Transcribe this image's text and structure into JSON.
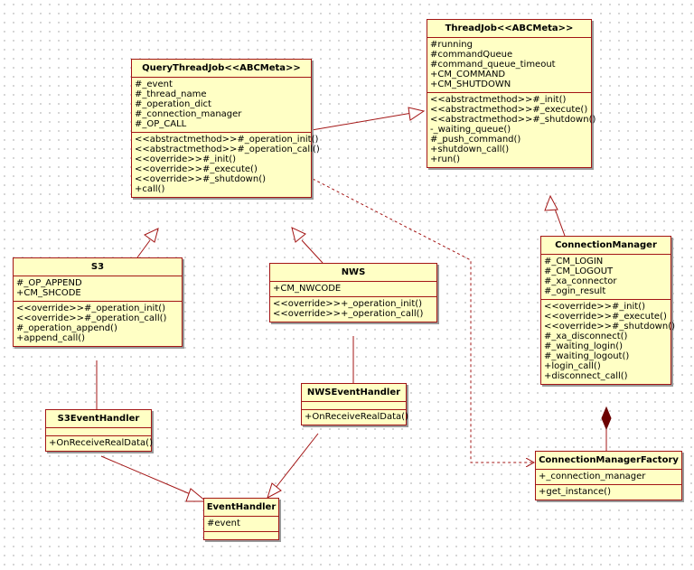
{
  "classes": {
    "query": {
      "title": "QueryThreadJob<<ABCMeta>>",
      "attributes": [
        "#_event",
        "#_thread_name",
        "#_operation_dict",
        "#_connection_manager",
        "#_OP_CALL"
      ],
      "operations": [
        "<<abstractmethod>>#_operation_init()",
        "<<abstractmethod>>#_operation_call()",
        "<<override>>#_init()",
        "<<override>>#_execute()",
        "<<override>>#_shutdown()",
        "+call()"
      ]
    },
    "thread": {
      "title": "ThreadJob<<ABCMeta>>",
      "attributes": [
        "#running",
        "#commandQueue",
        "#command_queue_timeout",
        "+CM_COMMAND",
        "+CM_SHUTDOWN"
      ],
      "operations": [
        "<<abstractmethod>>#_init()",
        "<<abstractmethod>>#_execute()",
        "<<abstractmethod>>#_shutdown()",
        "-_waiting_queue()",
        "#_push_command()",
        "+shutdown_call()",
        "+run()"
      ]
    },
    "s3": {
      "title": "S3",
      "attributes": [
        "#_OP_APPEND",
        "+CM_SHCODE"
      ],
      "operations": [
        "<<override>>#_operation_init()",
        "<<override>>#_operation_call()",
        "#_operation_append()",
        "+append_call()"
      ]
    },
    "nws": {
      "title": "NWS",
      "attributes": [
        "+CM_NWCODE"
      ],
      "operations": [
        "<<override>>+_operation_init()",
        "<<override>>+_operation_call()"
      ]
    },
    "connmgr": {
      "title": "ConnectionManager",
      "attributes": [
        "#_CM_LOGIN",
        "#_CM_LOGOUT",
        "#_xa_connector",
        "#_ogin_result"
      ],
      "operations": [
        "<<override>>#_init()",
        "<<override>>#_execute()",
        "<<override>>#_shutdown()",
        "#_xa_disconnect()",
        "#_waiting_login()",
        "#_waiting_logout()",
        "+login_call()",
        "+disconnect_call()"
      ]
    },
    "s3handler": {
      "title": "S3EventHandler",
      "attributes": [],
      "operations": [
        "+OnReceiveRealData()"
      ]
    },
    "nwshandler": {
      "title": "NWSEventHandler",
      "attributes": [],
      "operations": [
        "+OnReceiveRealData()"
      ]
    },
    "eventhandler": {
      "title": "EventHandler",
      "attributes": [
        "#event"
      ],
      "operations": []
    },
    "factory": {
      "title": "ConnectionManagerFactory",
      "attributes": [
        "+_connection_manager"
      ],
      "operations": [
        "+get_instance()"
      ]
    }
  },
  "colors": {
    "box_fill": "#ffffc5",
    "border": "#a31515",
    "shadow": "#999999"
  }
}
